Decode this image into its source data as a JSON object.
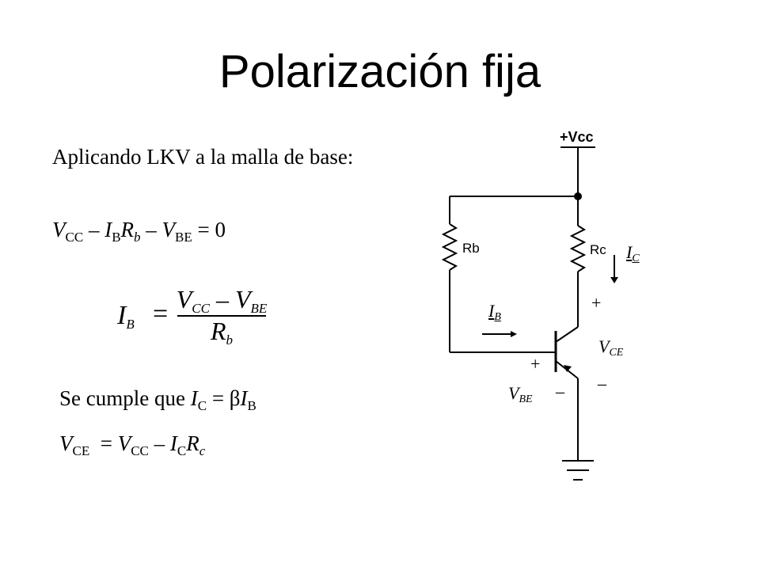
{
  "slide": {
    "title": "Polarización fija",
    "paragraph": "Aplicando LKV a la malla de base:",
    "kvl": {
      "v": "V",
      "cc": "CC",
      "m1": " – ",
      "i": "I",
      "b": "B",
      "r": "R",
      "rb": "b",
      "m2": " – ",
      "v2": "V",
      "be": "BE",
      "tail": " = 0"
    },
    "ib_formula": {
      "lhs_i": "I",
      "lhs_sub": "B",
      "eq": "=",
      "numerator": "V",
      "num_sub1": "CC",
      "num_minus": " – ",
      "num_v": "V",
      "num_sub2": "BE",
      "den": "R",
      "den_sub": "b"
    },
    "ic_relation": {
      "pre": "Se cumple que ",
      "i": "I",
      "c": "C",
      "eq": " = ",
      "beta": "β",
      "i2": "I",
      "b": "B"
    },
    "vce_equation": {
      "v": "V",
      "ce": "CE",
      "eq": "  = ",
      "v2": "V",
      "cc": "CC",
      "m": " – ",
      "i": "I",
      "c": "C",
      "r": "R",
      "rc": "c"
    }
  },
  "circuit": {
    "vcc_label": "+Vcc",
    "rb_label": "Rb",
    "rc_label": "Rc",
    "ic_label_main": "I",
    "ic_label_sub": "C",
    "ib_label_main": "I",
    "ib_label_sub": "B",
    "vce_plus": "+",
    "vce_label_main": "V",
    "vce_label_sub": "CE",
    "vce_minus": "_",
    "vbe_plus": "+",
    "vbe_label_main": "V",
    "vbe_label_sub": "BE",
    "vbe_minus": "_"
  }
}
